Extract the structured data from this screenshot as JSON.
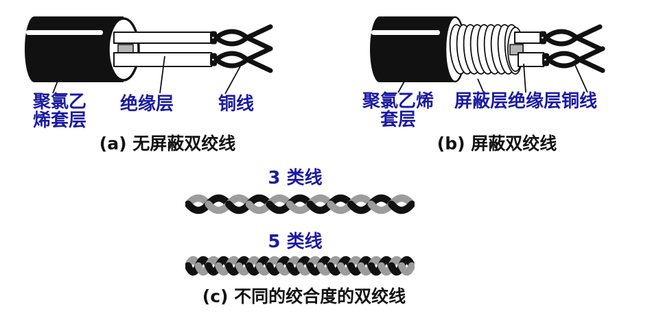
{
  "figure": {
    "description_domain": "twisted-pair cable diagram"
  },
  "colors": {
    "label_blue": "#1b1ba3",
    "ink": "#111111",
    "wire_gray": "#9c9c9c",
    "separator_gray": "#b3b3b3",
    "background": "#ffffff"
  },
  "diagram_a": {
    "caption": "(a) 无屏蔽双绞线",
    "labels": {
      "jacket": "聚氯乙\n烯套层",
      "insulation": "绝缘层",
      "copper": "铜线"
    }
  },
  "diagram_b": {
    "caption": "(b) 屏蔽双绞线",
    "labels": {
      "jacket": "聚氯乙烯\n套层",
      "shield": "屏蔽层",
      "insulation": "绝缘层",
      "copper": "铜线"
    }
  },
  "diagram_c": {
    "caption": "(c) 不同的绞合度的双绞线",
    "rows": [
      {
        "label": "3 类线",
        "twists": 5.5
      },
      {
        "label": "5 类线",
        "twists": 11
      }
    ]
  }
}
